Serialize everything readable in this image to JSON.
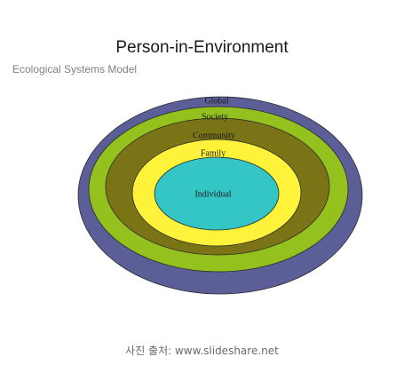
{
  "title": "Person-in-Environment",
  "subtitle": "Ecological Systems Model",
  "caption": "사진 출처: www.slideshare.net",
  "rings": [
    {
      "label": "Global",
      "color": "#5c5e97"
    },
    {
      "label": "Society",
      "color": "#94c11e"
    },
    {
      "label": "Community",
      "color": "#7a7416"
    },
    {
      "label": "Family",
      "color": "#fff23a"
    },
    {
      "label": "Individual",
      "color": "#34c6c4"
    }
  ]
}
